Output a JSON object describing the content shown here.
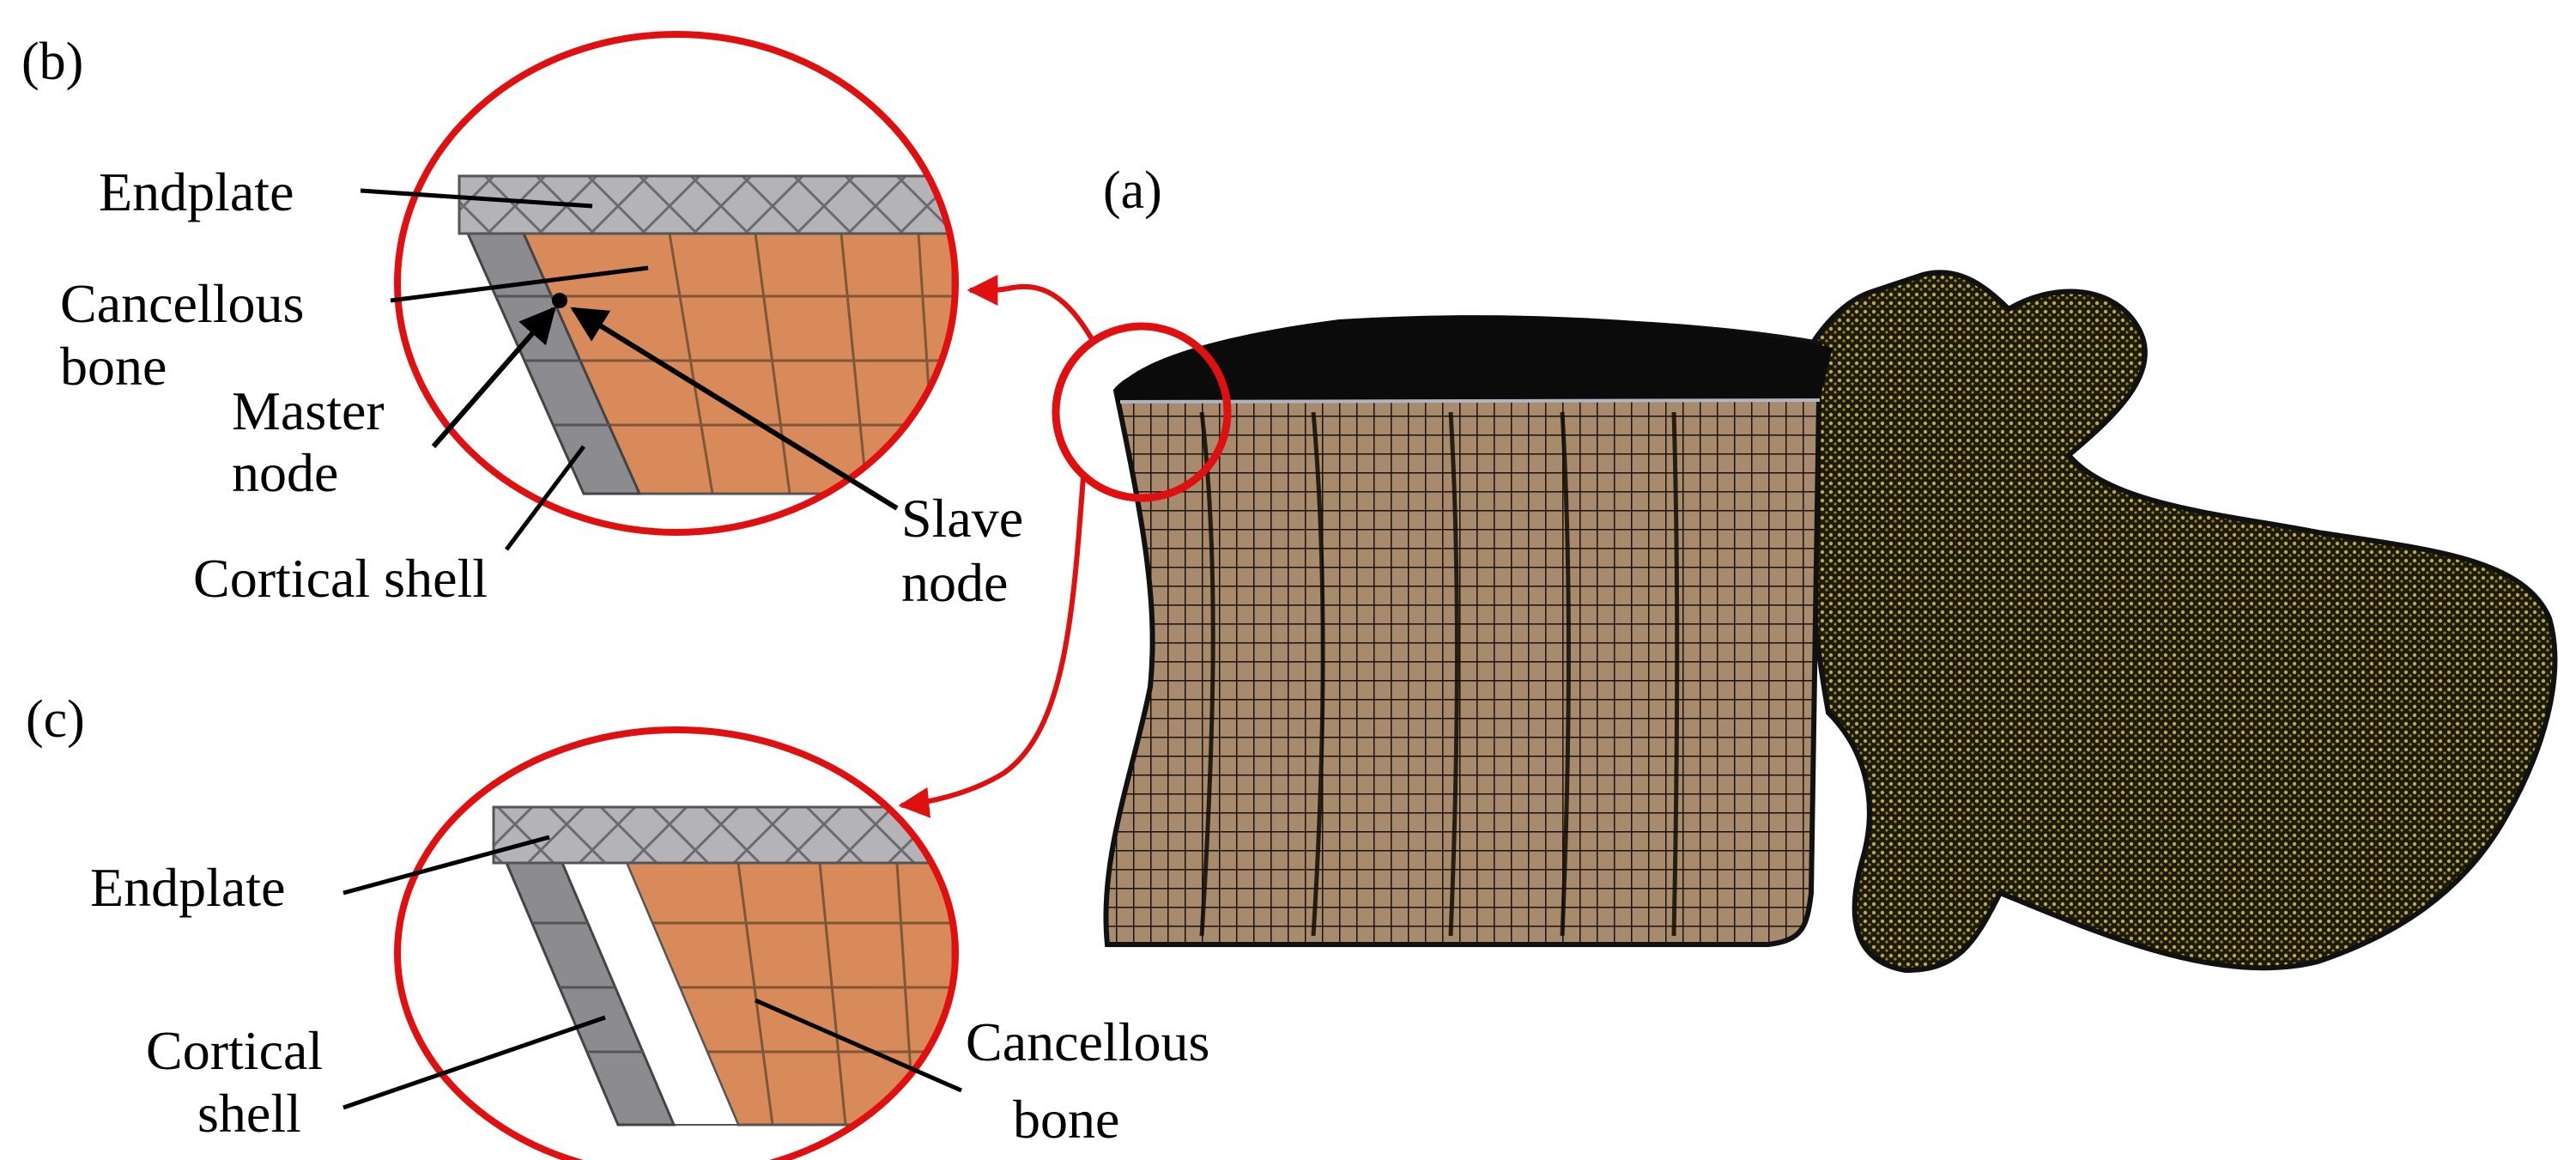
{
  "panels": {
    "a": "(a)",
    "b": "(b)",
    "c": "(c)"
  },
  "labels_b": {
    "endplate": "Endplate",
    "cancellous_line1": "Cancellous",
    "cancellous_line2": "bone",
    "master_line1": "Master",
    "master_line2": "node",
    "cortical": "Cortical shell",
    "slave_line1": "Slave",
    "slave_line2": "node"
  },
  "labels_c": {
    "endplate": "Endplate",
    "cortical_line1": "Cortical",
    "cortical_line2": "shell",
    "cancellous_line1": "Cancellous",
    "cancellous_line2": "bone"
  },
  "colors": {
    "callout": "#e01010",
    "endplate": "#b4b4b8",
    "cortical": "#8c8c90",
    "cancellous": "#d98a5a",
    "vertebral_body": "#a88a6c",
    "posterior_elements": "#8a7e3a",
    "mesh_dark": "#1a1208"
  }
}
